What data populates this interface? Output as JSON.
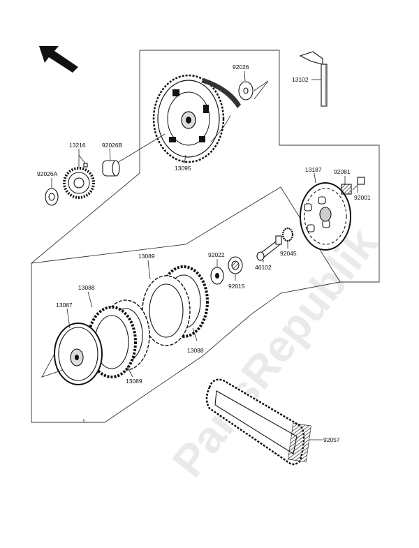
{
  "watermark": "PartsRepublik",
  "labels": {
    "p92026": "92026",
    "p13102": "13102",
    "p13216": "13216",
    "p92026B": "92026B",
    "p92026A": "92026A",
    "p13095": "13095",
    "p13187": "13187",
    "p92081": "92081",
    "p92001": "92001",
    "p92022": "92022",
    "p92045": "92045",
    "p46102": "46102",
    "p92015": "92015",
    "p13089a": "13089",
    "p13088a": "13088",
    "p13087": "13087",
    "p13088b": "13088",
    "p13089b": "13089",
    "p92057": "92057"
  },
  "colors": {
    "ink": "#111111",
    "paper": "#ffffff"
  }
}
